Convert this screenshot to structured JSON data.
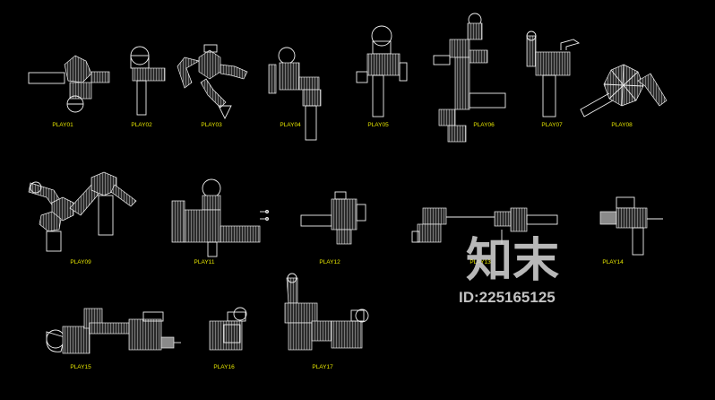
{
  "labels": {
    "p01": "PLAY01",
    "p02": "PLAY02",
    "p03": "PLAY03",
    "p04": "PLAY04",
    "p05": "PLAY05",
    "p06": "PLAY06",
    "p07": "PLAY07",
    "p08": "PLAY08",
    "p09": "PLAY09",
    "p11": "PLAY11",
    "p12": "PLAY12",
    "p13": "PLAY13",
    "p14": "PLAY14",
    "p15": "PLAY15",
    "p16": "PLAY16",
    "p17": "PLAY17"
  },
  "watermark": {
    "logo_text": "知末",
    "id_text": "ID:225165125"
  },
  "colors": {
    "background": "#000000",
    "linework": "#f0f0f0",
    "label": "#e8e800"
  }
}
